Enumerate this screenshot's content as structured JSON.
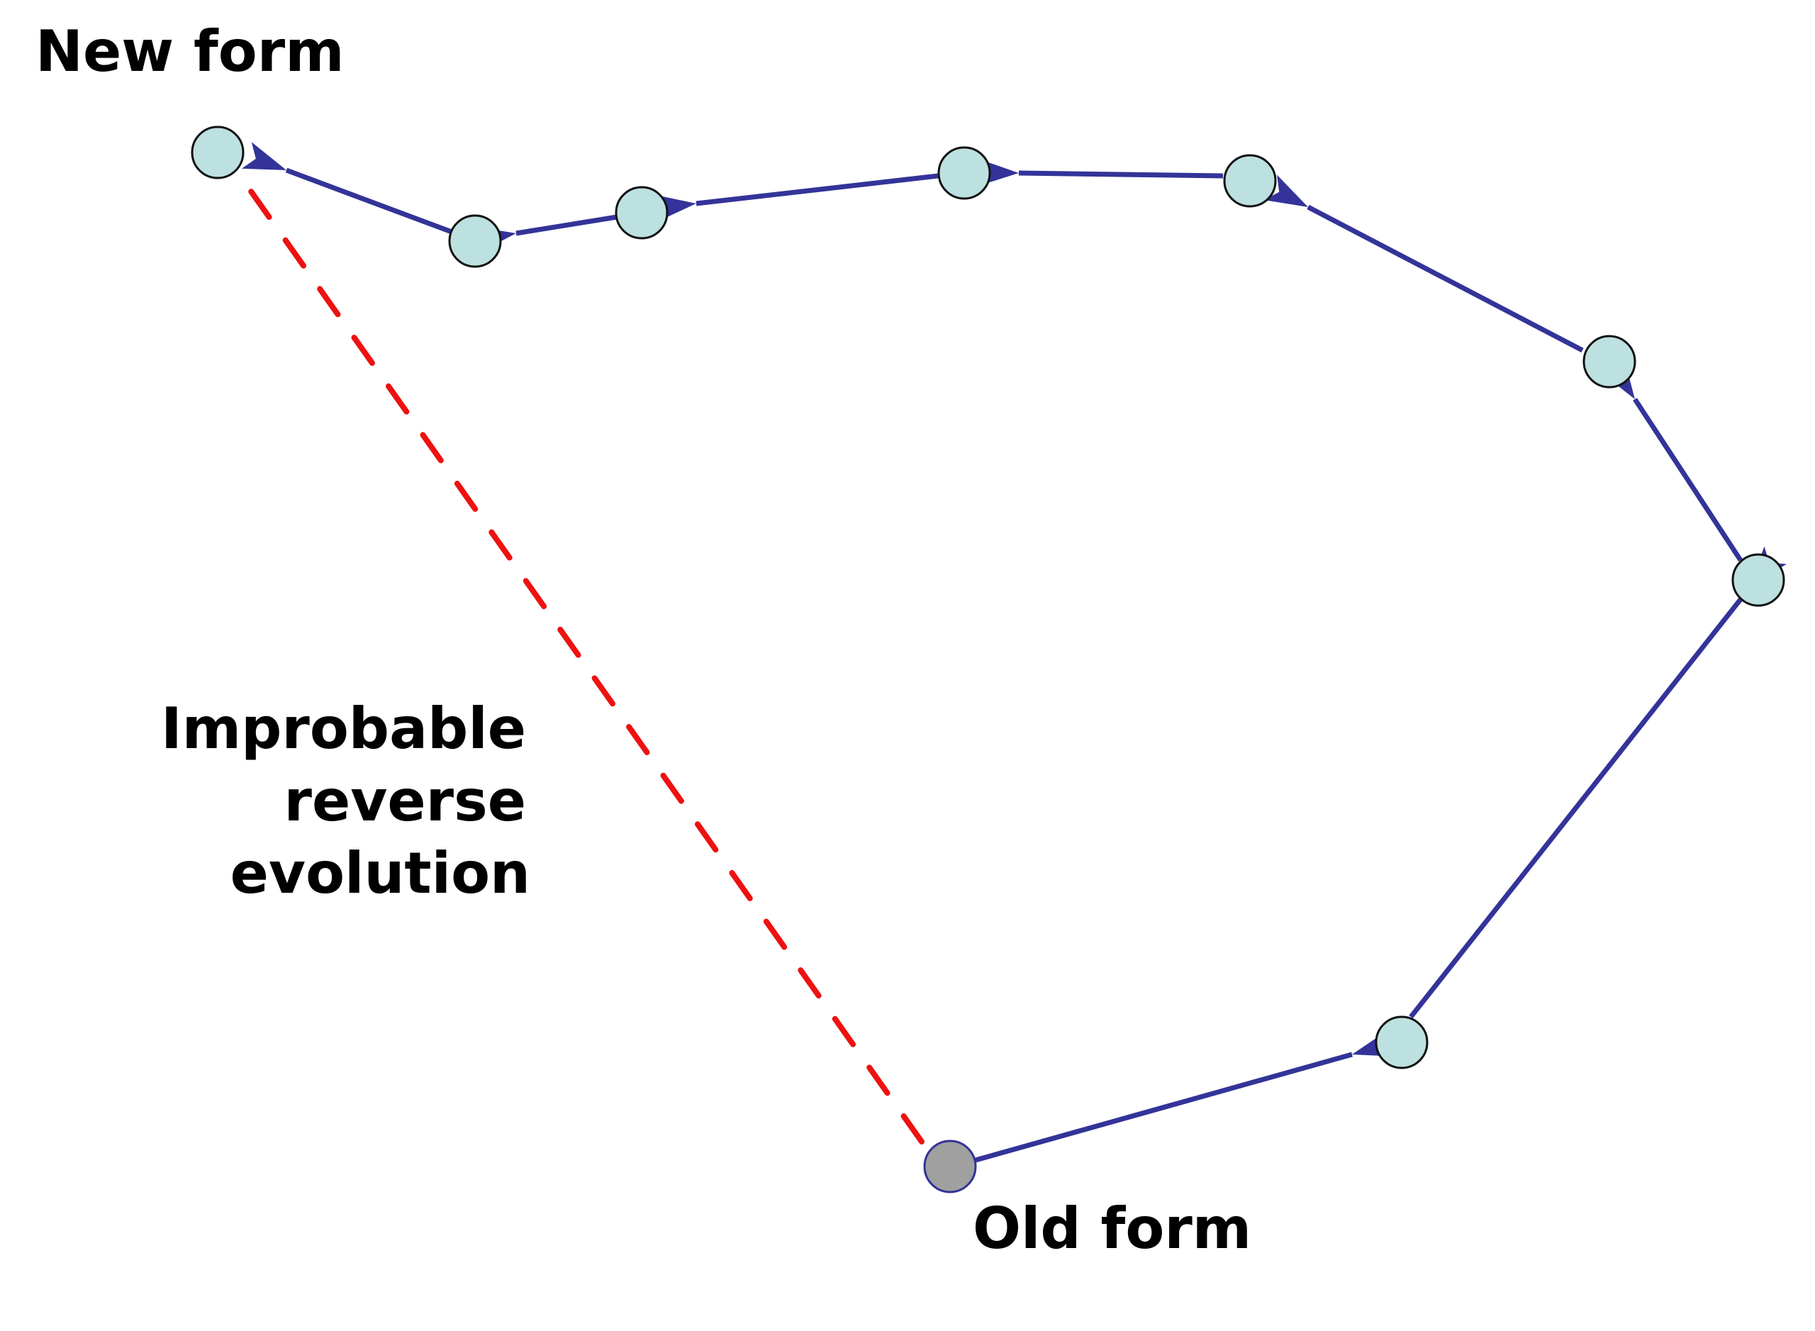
{
  "labels": {
    "new_form": "New form",
    "old_form": "Old form",
    "reverse_line1": "Improbable",
    "reverse_line2": "reverse",
    "reverse_line3": "evolution"
  },
  "colors": {
    "path": "#333399",
    "reverse": "#ee1111",
    "node_fill": "#bde0e0",
    "node_stroke": "#111111",
    "old_node_fill": "#a0a0a0",
    "old_node_stroke": "#333399",
    "text": "#000000"
  }
}
